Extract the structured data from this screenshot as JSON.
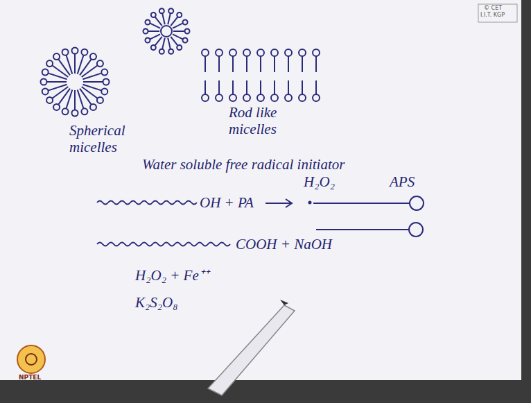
{
  "diagram": {
    "labels": [
      "© CET",
      "I.I.T. KGP",
      "Spherical micelles",
      "Rod like micelles",
      "Water soluble free radical initiator",
      "H₂O₂",
      "APS",
      "OH + PA",
      "COOH + NaOH",
      "H₂O₂ + Fe⁺⁺",
      "K₂S₂O₈",
      "NPTEL"
    ]
  }
}
